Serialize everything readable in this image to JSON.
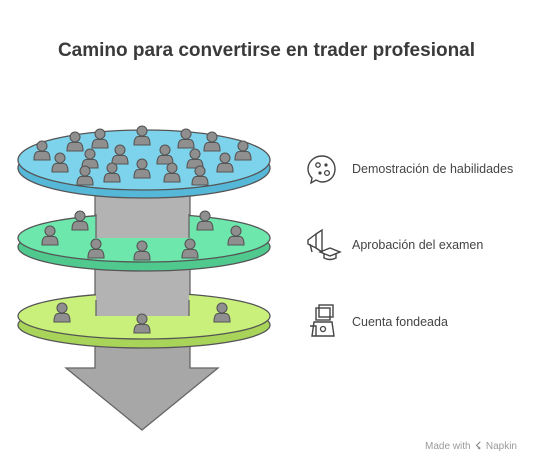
{
  "title": "Camino para convertirse en trader profesional",
  "levels": [
    {
      "label": "Demostración de habilidades",
      "color": "#7dd3ec",
      "icon": "idea-dots-icon"
    },
    {
      "label": "Aprobación del examen",
      "color": "#6ee7ad",
      "icon": "graduation-megaphone-icon"
    },
    {
      "label": "Cuenta fondeada",
      "color": "#c9f07a",
      "icon": "money-bag-icon"
    }
  ],
  "footer": {
    "made_with": "Made with",
    "brand": "Napkin"
  }
}
